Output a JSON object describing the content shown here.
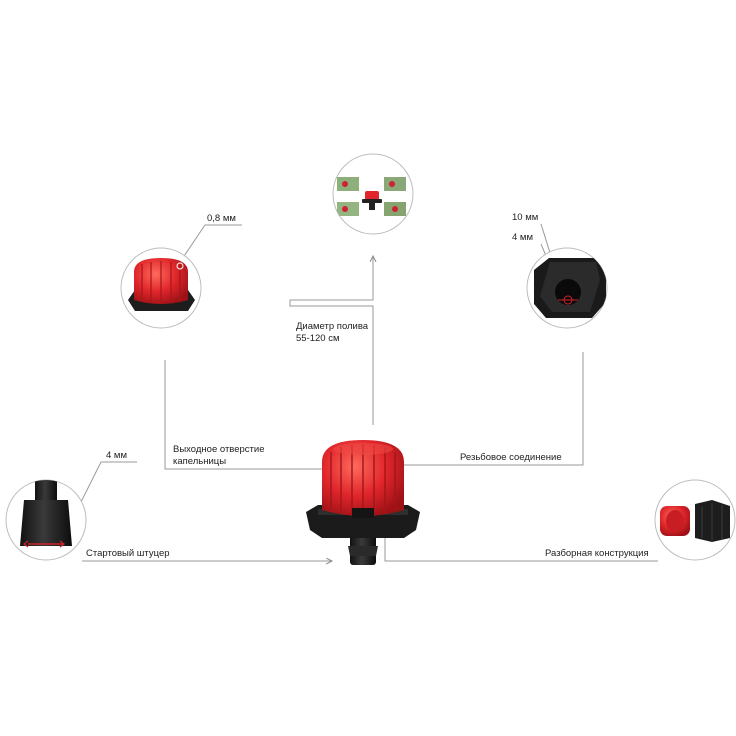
{
  "labels": {
    "outlet_size": "0,8 мм",
    "thread_outer": "10 мм",
    "thread_inner": "4 мм",
    "starter_size": "4 мм",
    "watering_diameter_line1": "Диаметр полива",
    "watering_diameter_line2": "55-120 см",
    "outlet_line1": "Выходное отверстие",
    "outlet_line2": "капельницы",
    "thread_connection": "Резьбовое соединение",
    "starter_fitting": "Стартовый штуцер",
    "collapsible_design": "Разборная конструкция"
  },
  "colors": {
    "red_cap": "#e0262b",
    "black_body": "#1e1e1e",
    "line": "#9a9a9a",
    "dimension_marker": "#d0242a"
  }
}
